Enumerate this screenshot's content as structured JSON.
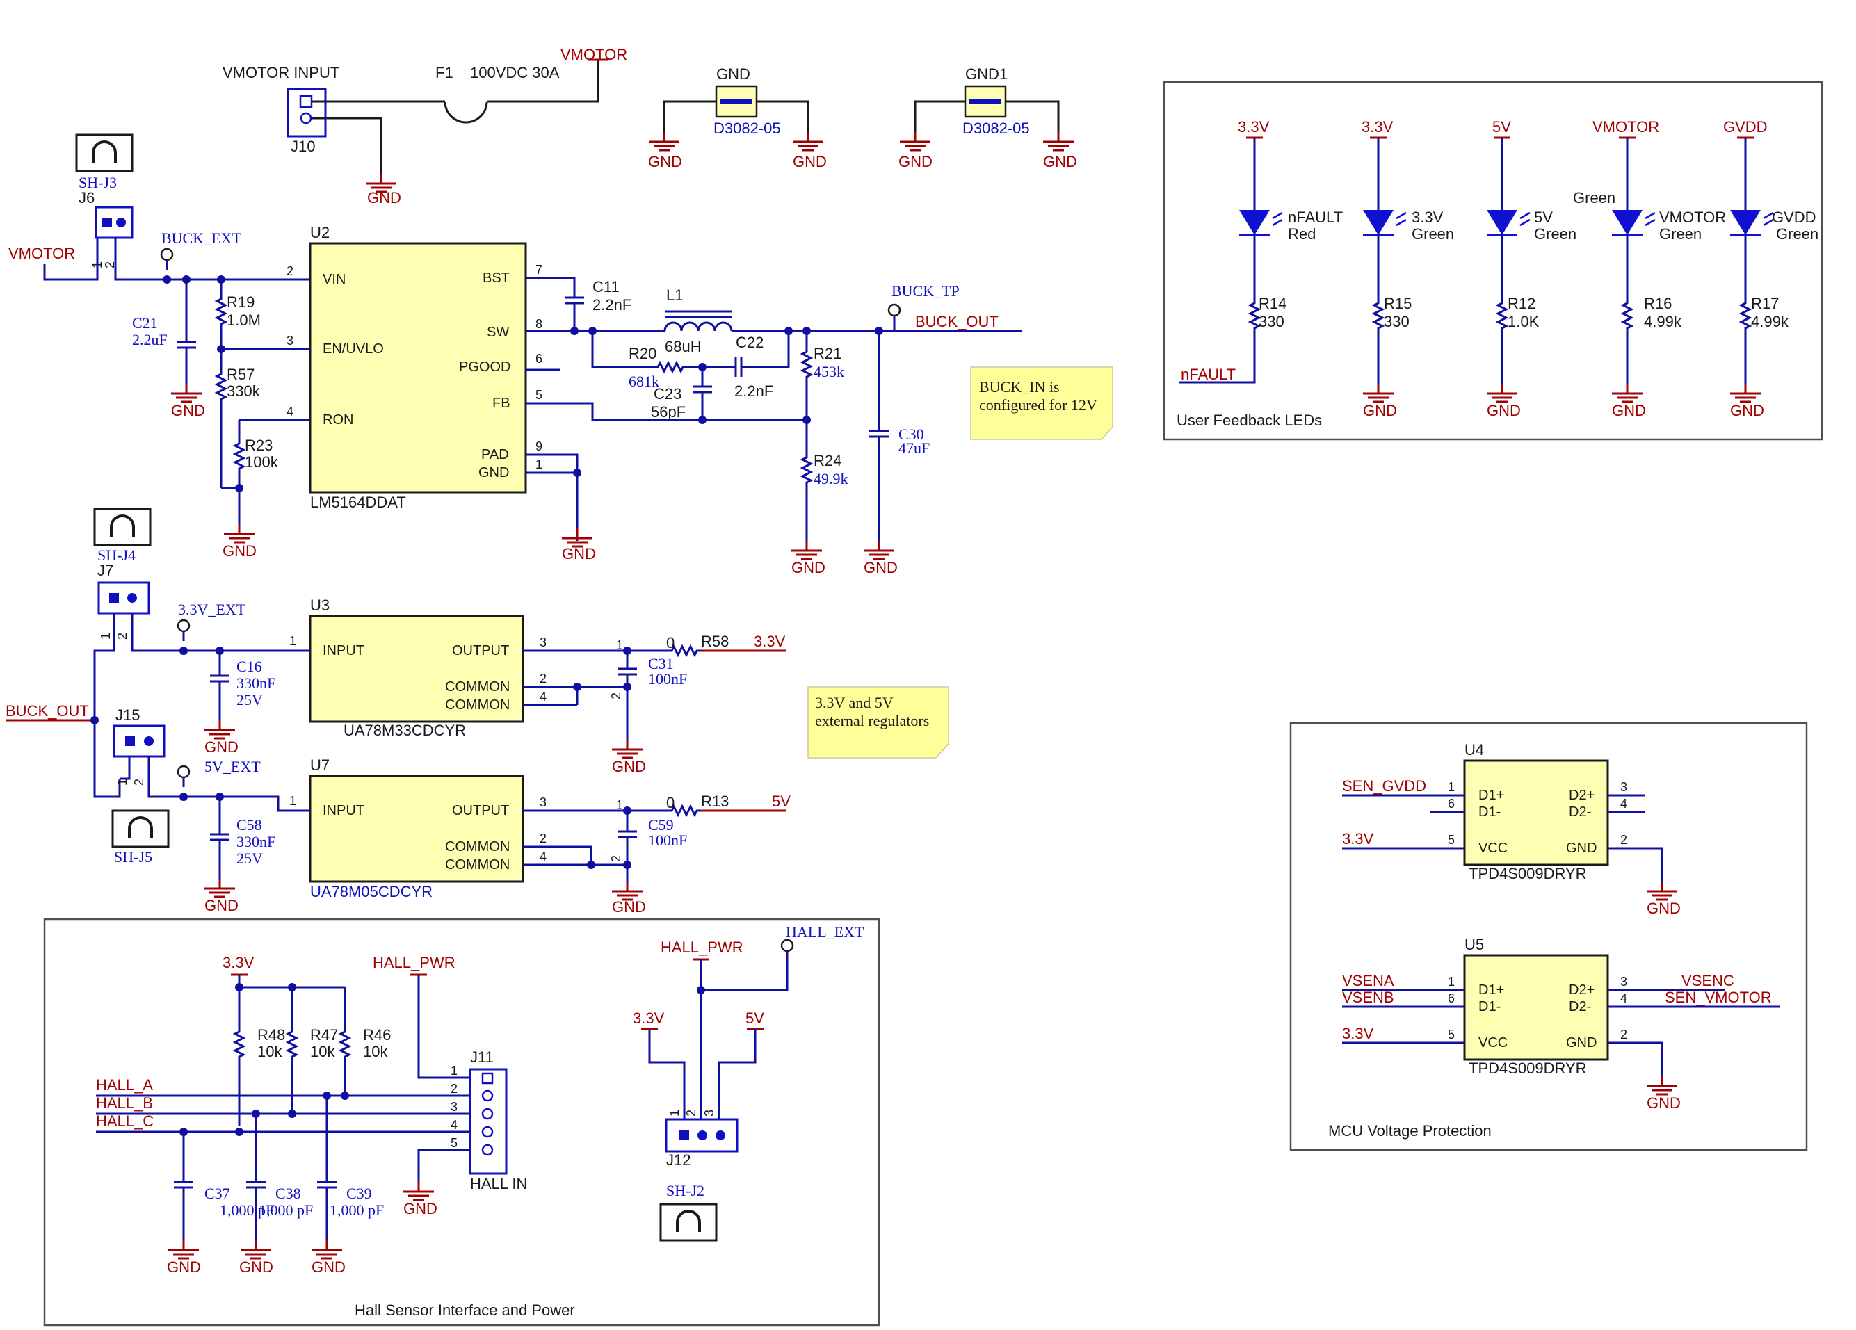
{
  "colors": {
    "wire": "#1010a0",
    "net_label": "#a00000",
    "ic_fill": "#ffffb3",
    "part_blue": "#1010c0",
    "note_fill": "#ffff99"
  },
  "top": {
    "vmotor_input": "VMOTOR INPUT",
    "j10": "J10",
    "f1": "F1",
    "f1_value": "100VDC 30A",
    "vmotor": "VMOTOR",
    "gnd": "GND",
    "gnd1": "GND1",
    "d3082": "D3082-05"
  },
  "buck": {
    "sh_j3": "SH-J3",
    "j6": "J6",
    "vmotor": "VMOTOR",
    "buck_ext": "BUCK_EXT",
    "u2": "U2",
    "u2_part": "LM5164DDAT",
    "pins_left": [
      "VIN",
      "EN/UVLO",
      "RON"
    ],
    "pins_left_num": [
      "2",
      "3",
      "4"
    ],
    "pins_right": [
      "BST",
      "SW",
      "PGOOD",
      "FB",
      "PAD",
      "GND"
    ],
    "pins_right_num": [
      "7",
      "8",
      "6",
      "5",
      "9",
      "1"
    ],
    "c21": "C21",
    "c21_val": "2.2uF",
    "r19": "R19",
    "r19_val": "1.0M",
    "r57": "R57",
    "r57_val": "330k",
    "r23": "R23",
    "r23_val": "100k",
    "c11": "C11",
    "c11_val": "2.2nF",
    "l1": "L1",
    "l1_val": "68uH",
    "r20": "R20",
    "r20_val": "681k",
    "c22": "C22",
    "c22_val": "2.2nF",
    "c23": "C23",
    "c23_val": "56pF",
    "r21": "R21",
    "r21_val": "453k",
    "r24": "R24",
    "r24_val": "49.9k",
    "c30": "C30",
    "c30_val": "47uF",
    "buck_tp": "BUCK_TP",
    "buck_out": "BUCK_OUT",
    "note": [
      "BUCK_IN is",
      "configured for 12V"
    ]
  },
  "regs": {
    "sh_j4": "SH-J4",
    "j7": "J7",
    "v33_ext": "3.3V_EXT",
    "buck_out": "BUCK_OUT",
    "j15": "J15",
    "v5_ext": "5V_EXT",
    "sh_j5": "SH-J5",
    "u3": "U3",
    "u3_part": "UA78M33CDCYR",
    "u7": "U7",
    "u7_part": "UA78M05CDCYR",
    "input": "INPUT",
    "output": "OUTPUT",
    "common": "COMMON",
    "c16": "C16",
    "c16_val": "330nF",
    "c16_v": "25V",
    "c58": "C58",
    "c58_val": "330nF",
    "c58_v": "25V",
    "c31": "C31",
    "c31_val": "100nF",
    "c59": "C59",
    "c59_val": "100nF",
    "r58": "R58",
    "r13": "R13",
    "zero": "0",
    "v33": "3.3V",
    "v5": "5V",
    "note": [
      "3.3V and 5V",
      "external regulators"
    ]
  },
  "hall": {
    "title": "Hall Sensor Interface and Power",
    "v33": "3.3V",
    "hall_pwr": "HALL_PWR",
    "hall_ext": "HALL_EXT",
    "v5": "5V",
    "r48": "R48",
    "r47": "R47",
    "r46": "R46",
    "r_val": "10k",
    "hall_a": "HALL_A",
    "hall_b": "HALL_B",
    "hall_c": "HALL_C",
    "j11": "J11",
    "hall_in": "HALL IN",
    "c37": "C37",
    "c38": "C38",
    "c39": "C39",
    "c_val": "1,000 pF",
    "j12": "J12",
    "sh_j2": "SH-J2"
  },
  "leds": {
    "title": "User Feedback LEDs",
    "rails": [
      "3.3V",
      "3.3V",
      "5V",
      "VMOTOR",
      "GVDD"
    ],
    "labels": [
      "nFAULT",
      "3.3V",
      "5V",
      "VMOTOR",
      "GVDD"
    ],
    "colors": [
      "Red",
      "Green",
      "Green",
      "Green",
      "Green"
    ],
    "green_top": "Green",
    "resistors": [
      "R14",
      "R15",
      "R12",
      "R16",
      "R17"
    ],
    "values": [
      "330",
      "330",
      "1.0K",
      "4.99k",
      "4.99k"
    ],
    "nfault": "nFAULT"
  },
  "mcu": {
    "title": "MCU Voltage Protection",
    "u4": "U4",
    "u5": "U5",
    "part": "TPD4S009DRYR",
    "sen_gvdd": "SEN_GVDD",
    "v33": "3.3V",
    "vsena": "VSENA",
    "vsenb": "VSENB",
    "vsenc": "VSENC",
    "sen_vmotor": "SEN_VMOTOR",
    "pins": {
      "d1p": "D1+",
      "d1m": "D1-",
      "vcc": "VCC",
      "d2p": "D2+",
      "d2m": "D2-",
      "gnd": "GND"
    }
  }
}
